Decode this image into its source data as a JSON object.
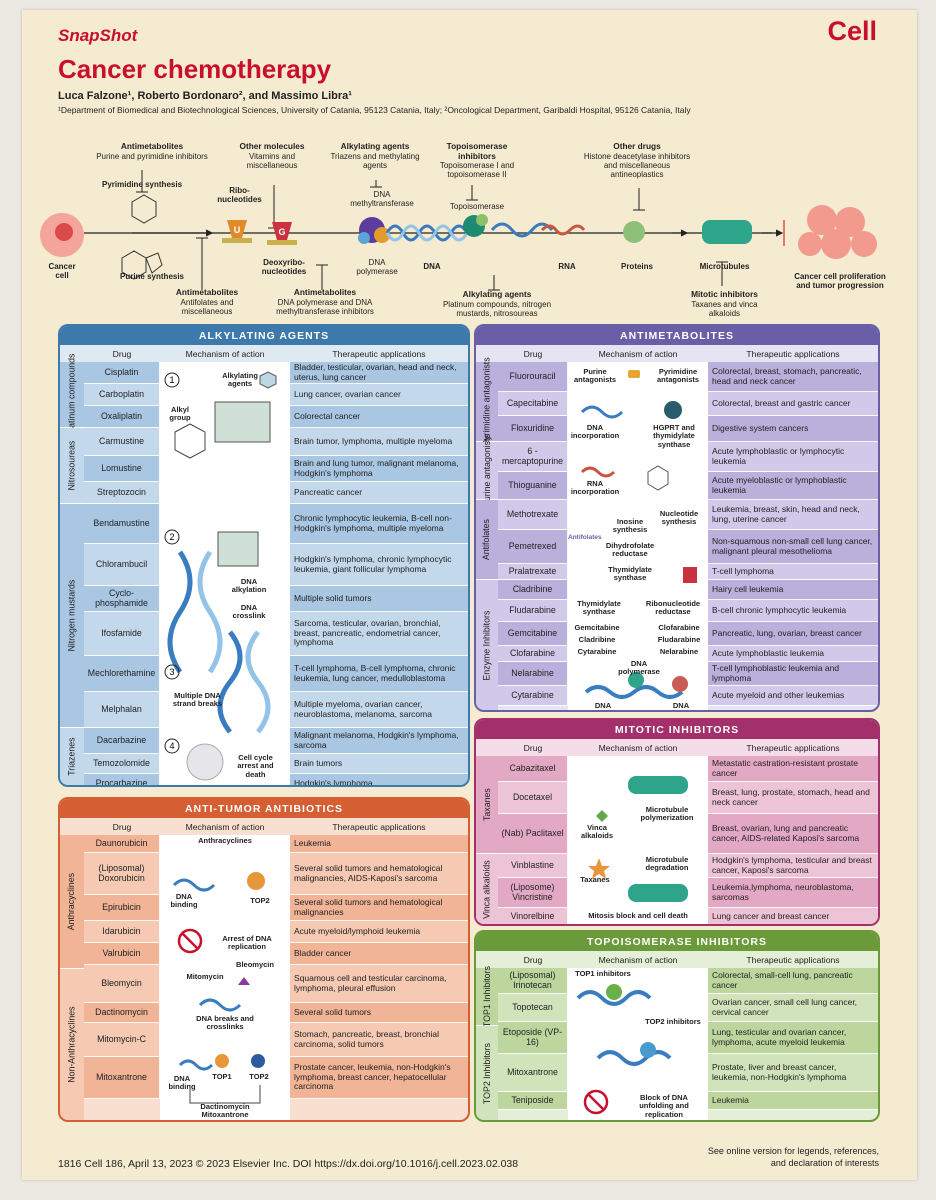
{
  "header": {
    "snapshot": "SnapShot",
    "journal": "Cell",
    "title": "Cancer chemotherapy",
    "authors": "Luca Falzone¹, Roberto Bordonaro², and Massimo Libra¹",
    "affiliations": "¹Department of Biomedical and Biotechnological Sciences, University of Catania, 95123 Catania, Italy; ²Oncological Department, Garibaldi Hospital, 95126 Catania, Italy"
  },
  "pathway": {
    "top": [
      {
        "t": "Antimetabolites",
        "s": "Purine and pyrimidine inhibitors"
      },
      {
        "t": "Other molecules",
        "s": "Vitamins and miscellaneous"
      },
      {
        "t": "Alkylating agents",
        "s": "Triazens and methylating agents"
      },
      {
        "t": "Topoisomerase inhibitors",
        "s": "Topoisomerase I and topoisomerase II"
      },
      {
        "t": "Other drugs",
        "s": "Histone deacetylase inhibitors and miscellaneous antineoplastics"
      }
    ],
    "bottom": [
      {
        "t": "Antimetabolites",
        "s": "Antifolates and miscellaneous"
      },
      {
        "t": "Antimetabolites",
        "s": "DNA polymerase and DNA methyltransferase inhibitors"
      },
      {
        "t": "Alkylating agents",
        "s": "Platinum compounds, nitrogen mustards, nitrosoureas"
      },
      {
        "t": "Mitotic inhibitors",
        "s": "Taxanes and vinca alkaloids"
      }
    ],
    "nodes": {
      "pyr": "Pyrimidine synthesis",
      "pur": "Purine synthesis",
      "ribo": "Ribo-nucleotides",
      "deoxy": "Deoxyribo-nucleotides",
      "dnmt": "DNA methyltransferase",
      "dnap": "DNA polymerase",
      "dna": "DNA",
      "topo": "Topoisomerase",
      "rna": "RNA",
      "prot": "Proteins",
      "micro": "Microtubules",
      "cell": "Cancer cell",
      "prolif": "Cancer cell proliferation and tumor progression"
    }
  },
  "common": {
    "drug": "Drug",
    "mech": "Mechanism of action",
    "app": "Therapeutic applications"
  },
  "alk": {
    "title": "ALKYLATING AGENTS",
    "groups": [
      "Platinum compounds",
      "Nitrosoureas",
      "Nitrogen mustards",
      "Triazenes"
    ],
    "rows": [
      [
        "Cisplatin",
        "Bladder, testicular, ovarian, head and neck, uterus, lung cancer"
      ],
      [
        "Carboplatin",
        "Lung cancer, ovarian cancer"
      ],
      [
        "Oxaliplatin",
        "Colorectal cancer"
      ],
      [
        "Carmustine",
        "Brain tumor, lymphoma, multiple myeloma"
      ],
      [
        "Lomustine",
        "Brain and lung tumor, malignant melanoma, Hodgkin's lymphoma"
      ],
      [
        "Streptozocin",
        "Pancreatic cancer"
      ],
      [
        "Bendamustine",
        "Chronic lymphocytic leukemia, B-cell non-Hodgkin's lymphoma, multiple myeloma"
      ],
      [
        "Chlorambucil",
        "Hodgkin's lymphoma, chronic lymphocytic leukemia, giant follicular lymphoma"
      ],
      [
        "Cyclo-phosphamide",
        "Multiple solid tumors"
      ],
      [
        "Ifosfamide",
        "Sarcoma, testicular, ovarian, bronchial, breast, pancreatic, endometrial cancer, lymphoma"
      ],
      [
        "Mechlorethamine",
        "T-cell lymphoma, B-cell lymphoma, chronic leukemia, lung cancer, medulloblastoma"
      ],
      [
        "Melphalan",
        "Multiple myeloma, ovarian cancer, neuroblastoma, melanoma, sarcoma"
      ],
      [
        "Dacarbazine",
        "Malignant melanoma, Hodgkin's lymphoma, sarcoma"
      ],
      [
        "Temozolomide",
        "Brain tumors"
      ],
      [
        "Procarbazine",
        "Hodgkin's lymphoma"
      ]
    ],
    "mech": {
      "a": "Alkylating agents",
      "b": "Alkyl group",
      "c": "DNA alkylation",
      "d": "DNA crosslink",
      "e": "Multiple DNA strand breaks",
      "f": "Cell cycle arrest and death"
    }
  },
  "anti": {
    "title": "ANTIMETABOLITES",
    "groups": [
      "Pyrimidine antagonists",
      "Purine antagonists",
      "Antifolates",
      "Enzyme Inhibitors"
    ],
    "rows": [
      [
        "Fluorouracil",
        "Colorectal, breast, stomach, pancreatic, head and neck cancer"
      ],
      [
        "Capecitabine",
        "Colorectal, breast and gastric cancer"
      ],
      [
        "Floxuridine",
        "Digestive system cancers"
      ],
      [
        "6 - mercaptopurine",
        "Acute lymphoblastic or lymphocytic leukemia"
      ],
      [
        "Thioguanine",
        "Acute myeloblastic or lymphoblastic leukemia"
      ],
      [
        "Methotrexate",
        "Leukemia, breast, skin, head and neck, lung, uterine cancer"
      ],
      [
        "Pemetrexed",
        "Non-squamous non-small cell lung cancer, malignant pleural mesothelioma"
      ],
      [
        "Pralatrexate",
        "T-cell lymphoma"
      ],
      [
        "Cladribine",
        "Hairy cell leukemia"
      ],
      [
        "Fludarabine",
        "B-cell chronic lymphocytic leukemia"
      ],
      [
        "Gemcitabine",
        "Pancreatic, lung, ovarian, breast cancer"
      ],
      [
        "Clofarabine",
        "Acute lymphoblastic leukemia"
      ],
      [
        "Nelarabine",
        "T-cell lymphoblastic leukemia and lymphoma"
      ],
      [
        "Cytarabine",
        "Acute myeloid and other leukemias"
      ]
    ],
    "mech": {
      "a": "Purine antagonists",
      "b": "Pyrimidine antagonists",
      "c": "DNA incorporation",
      "d": "HGPRT and thymidylate synthase",
      "e": "RNA incorporation",
      "f": "Nucleotide synthesis",
      "g": "Inosine synthesis",
      "h": "Dihydrofolate reductase",
      "i": "Thymidylate synthase",
      "j": "Antifolates",
      "k": "Thymidylate synthase",
      "l": "Ribonucleotide reductase",
      "m": "Gemcitabine",
      "n": "Cladribine",
      "o": "Cytarabine",
      "p": "Clofarabine",
      "q": "Fludarabine",
      "r": "Nelarabine",
      "s": "DNA polymerase",
      "t": "DNA crosslinks",
      "u": "DNA terminator"
    }
  },
  "atab": {
    "title": "ANTI-TUMOR ANTIBIOTICS",
    "groups": [
      "Anthracyclines",
      "Non-Anthracyclines"
    ],
    "rows": [
      [
        "Daunorubicin",
        "Leukemia"
      ],
      [
        "(Liposomal) Doxorubicin",
        "Several solid tumors and hematological malignancies, AIDS-Kaposi's sarcoma"
      ],
      [
        "Epirubicin",
        "Several solid tumors and hematological malignancies"
      ],
      [
        "Idarubicin",
        "Acute myeloid/lymphoid leukemia"
      ],
      [
        "Valrubicin",
        "Bladder cancer"
      ],
      [
        "Bleomycin",
        "Squamous cell and testicular carcinoma, lymphoma, pleural effusion"
      ],
      [
        "Dactinomycin",
        "Several solid tumors"
      ],
      [
        "Mitomycin-C",
        "Stomach, pancreatic, breast, bronchial carcinoma, solid tumors"
      ],
      [
        "Mitoxantrone",
        "Prostate cancer, leukemia, non-Hodgkin's lymphoma, breast cancer, hepatocellular carcinoma"
      ]
    ],
    "mech": {
      "a": "Anthracyclines",
      "b": "DNA binding",
      "c": "TOP2",
      "d": "Arrest of DNA replication",
      "e": "Bleomycin",
      "f": "Mitomycin",
      "g": "DNA breaks and crosslinks",
      "h": "DNA binding",
      "i": "TOP1",
      "j": "TOP2",
      "k": "Dactinomycin Mitoxantrone"
    }
  },
  "mit": {
    "title": "MITOTIC INHIBITORS",
    "groups": [
      "Taxanes",
      "Vinca alkaloids"
    ],
    "rows": [
      [
        "Cabazitaxel",
        "Metastatic castration-resistant prostate cancer"
      ],
      [
        "Docetaxel",
        "Breast, lung, prostate, stomach, head and neck cancer"
      ],
      [
        "(Nab) Paclitaxel",
        "Breast, ovarian, lung and pancreatic cancer, AIDS-related Kaposi's sarcoma"
      ],
      [
        "Vinblastine",
        "Hodgkin's lymphoma, testicular and breast cancer, Kaposi's sarcoma"
      ],
      [
        "(Liposome) Vincristine",
        "Leukemia,lymphoma, neuroblastoma, sarcomas"
      ],
      [
        "Vinorelbine",
        "Lung cancer and breast cancer"
      ]
    ],
    "mech": {
      "a": "Vinca alkaloids",
      "b": "Microtubule polymerization",
      "c": "Taxanes",
      "d": "Microtubule degradation",
      "e": "Mitosis block and cell death"
    }
  },
  "topo": {
    "title": "TOPOISOMERASE INHIBITORS",
    "groups": [
      "TOP1 Inhibitors",
      "TOP2 Inhibitors"
    ],
    "rows": [
      [
        "(Liposomal) Irinotecan",
        "Colorectal, small-cell lung, pancreatic cancer"
      ],
      [
        "Topotecan",
        "Ovarian cancer, small cell lung cancer, cervical cancer"
      ],
      [
        "Etoposide (VP-16)",
        "Lung, testicular and ovarian cancer, lymphoma, acute myeloid leukemia"
      ],
      [
        "Mitoxantrone",
        "Prostate, liver and breast cancer, leukemia, non-Hodgkin's lymphoma"
      ],
      [
        "Teniposide",
        "Leukemia"
      ]
    ],
    "mech": {
      "a": "TOP1 inhibitors",
      "b": "TOP2 inhibitors",
      "c": "Block of DNA unfolding and replication"
    }
  },
  "footer": {
    "left": "1816  Cell 186, April 13, 2023 © 2023 Elsevier Inc.   DOI https://dx.doi.org/10.1016/j.cell.2023.02.038",
    "right1": "See online version for legends, references,",
    "right2": "and declaration of interests"
  }
}
